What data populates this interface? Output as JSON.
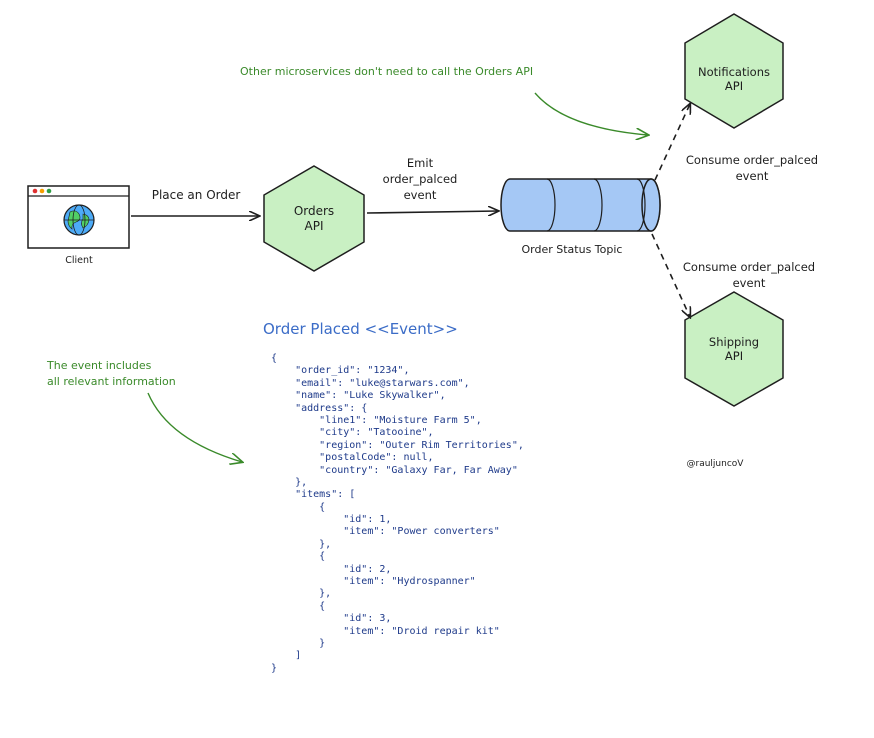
{
  "colors": {
    "hexagon_fill": "#c9f0c3",
    "topic_fill": "#a5c8f5",
    "annotation": "#3a8a2a",
    "event_title": "#3b6cc7",
    "code": "#1e3a8a",
    "stroke": "#1e1e1e"
  },
  "client": {
    "label": "Client",
    "icon": "browser-globe-icon"
  },
  "services": {
    "orders": {
      "line1": "Orders",
      "line2": "API"
    },
    "notifications": {
      "line1": "Notifications",
      "line2": "API"
    },
    "shipping": {
      "line1": "Shipping",
      "line2": "API"
    }
  },
  "topic": {
    "label": "Order Status Topic"
  },
  "edges": {
    "place_order": "Place an Order",
    "emit": {
      "line1": "Emit",
      "line2": "order_palced",
      "line3": "event"
    },
    "consume_notifications": {
      "line1": "Consume order_palced",
      "line2": "event"
    },
    "consume_shipping": {
      "line1": "Consume order_palced",
      "line2": "event"
    }
  },
  "annotations": {
    "microservices": "Other microservices don't need to call the Orders API",
    "event_info": {
      "line1": "The event includes",
      "line2": "all relevant information"
    }
  },
  "event": {
    "title": "Order Placed <<Event>>",
    "json_lines": [
      "{",
      "    \"order_id\": \"1234\",",
      "    \"email\": \"luke@starwars.com\",",
      "    \"name\": \"Luke Skywalker\",",
      "    \"address\": {",
      "        \"line1\": \"Moisture Farm 5\",",
      "        \"city\": \"Tatooine\",",
      "        \"region\": \"Outer Rim Territories\",",
      "        \"postalCode\": null,",
      "        \"country\": \"Galaxy Far, Far Away\"",
      "    },",
      "    \"items\": [",
      "        {",
      "            \"id\": 1,",
      "            \"item\": \"Power converters\"",
      "        },",
      "        {",
      "            \"id\": 2,",
      "            \"item\": \"Hydrospanner\"",
      "        },",
      "        {",
      "            \"id\": 3,",
      "            \"item\": \"Droid repair kit\"",
      "        }",
      "    ]",
      "}"
    ]
  },
  "credit": "@rauljuncoV"
}
